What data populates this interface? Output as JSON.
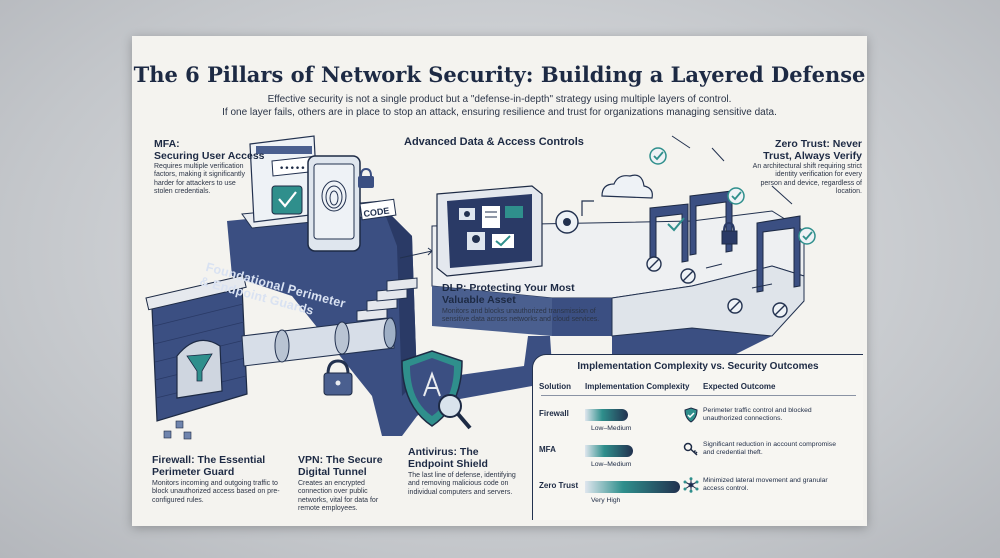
{
  "header": {
    "title": "The 6 Pillars of Network Security: Building a Layered Defense",
    "subtitle_1": "Effective security is not a single product but a \"defense-in-depth\" strategy using multiple layers of control.",
    "subtitle_2": "If one layer fails, others are in place to stop an attack, ensuring resilience and trust for organizations managing sensitive data."
  },
  "sections": {
    "advanced_label": "Advanced Data & Access Controls",
    "foundational_label_1": "Foundational Perimeter",
    "foundational_label_2": "& Endpoint Guards"
  },
  "pillars": {
    "mfa": {
      "title_1": "MFA:",
      "title_2": "Securing User Access",
      "desc": "Requires multiple verification factors, making it significantly harder for attackers to use stolen credentials."
    },
    "zero_trust": {
      "title_1": "Zero Trust: Never",
      "title_2": "Trust, Always Verify",
      "desc": "An architectural shift requiring strict identity verification for every person and device, regardless of location."
    },
    "dlp": {
      "title_1": "DLP: Protecting Your Most",
      "title_2": "Valuable Asset",
      "desc": "Monitors and blocks unauthorized transmission of sensitive data across networks and cloud services."
    },
    "firewall": {
      "title_1": "Firewall: The Essential",
      "title_2": "Perimeter Guard",
      "desc": "Monitors incoming and outgoing traffic to block unauthorized access based on pre-configured rules."
    },
    "vpn": {
      "title_1": "VPN: The Secure",
      "title_2": "Digital Tunnel",
      "desc": "Creates an encrypted connection over public networks, vital for data for remote employees."
    },
    "antivirus": {
      "title_1": "Antivirus: The",
      "title_2": "Endpoint Shield",
      "desc": "The last line of defense, identifying and removing malicious code on individual computers and servers."
    }
  },
  "scene_labels": {
    "code_tag": "CODE"
  },
  "comparison": {
    "title": "Implementation Complexity vs. Security Outcomes",
    "columns": [
      "Solution",
      "Implementation Complexity",
      "Expected Outcome"
    ],
    "rows": [
      {
        "solution": "Firewall",
        "complexity_label": "Low–Medium",
        "complexity": 0.45,
        "outcome": "Perimeter traffic control and blocked unauthorized connections.",
        "icon": "shield-check-icon"
      },
      {
        "solution": "MFA",
        "complexity_label": "Low–Medium",
        "complexity": 0.5,
        "outcome": "Significant reduction in account compromise and credential theft.",
        "icon": "key-icon"
      },
      {
        "solution": "Zero Trust",
        "complexity_label": "Very High",
        "complexity": 1.0,
        "outcome": "Minimized lateral movement and granular access control.",
        "icon": "network-icon"
      }
    ]
  },
  "colors": {
    "navy": "#22314f",
    "steel": "#4a5f8f",
    "teal": "#2f8f8c",
    "light": "#dfe6ee"
  }
}
